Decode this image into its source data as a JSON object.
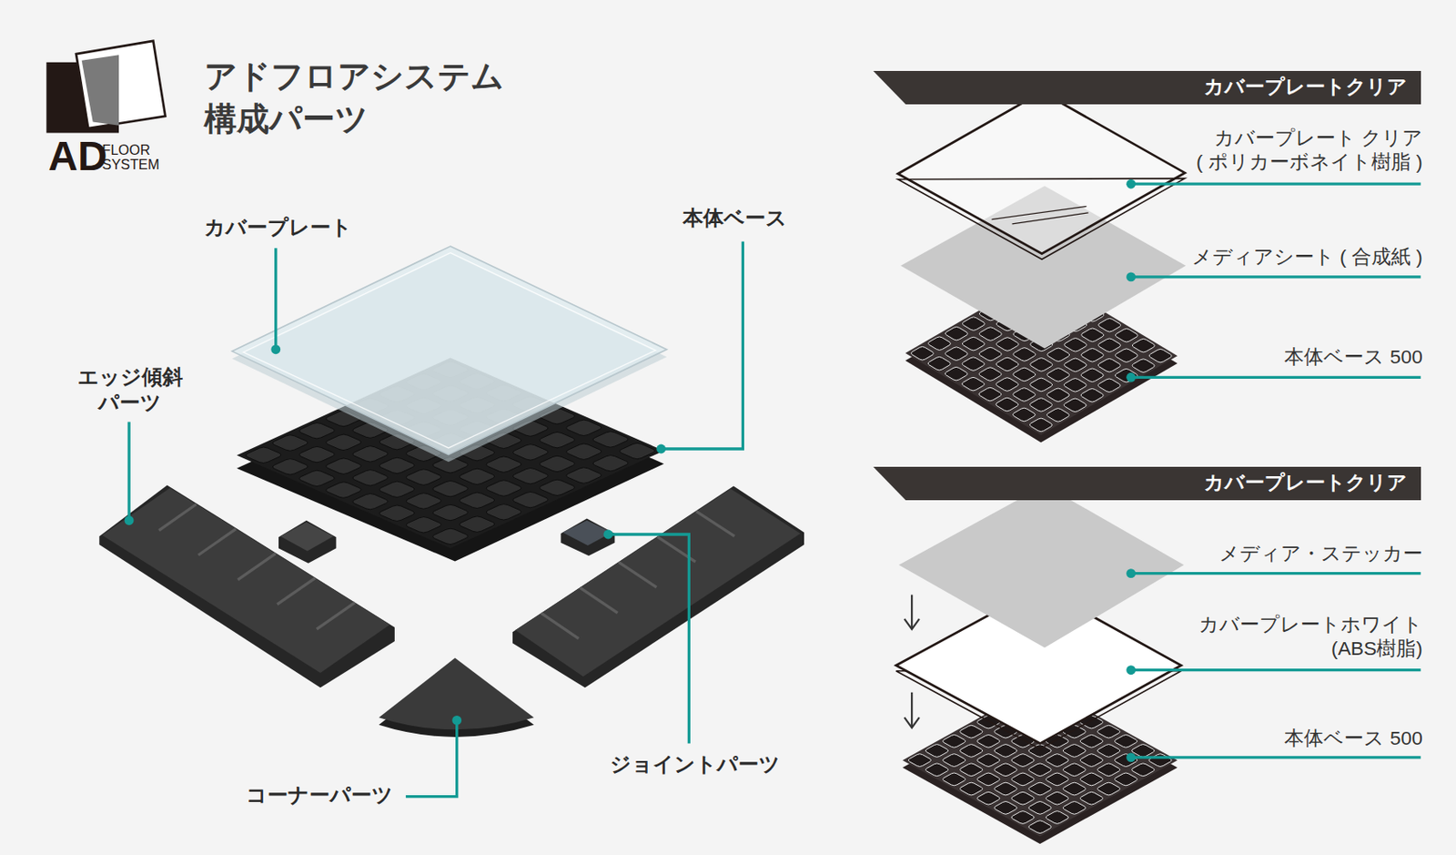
{
  "diagram": {
    "title": "アドフロアシステム 構成パーツ",
    "nodes": [
      {
        "text": [
          "カバープレートクリア"
        ]
      },
      {
        "text": [
          "カバープレートクリア"
        ]
      }
    ],
    "labels": [
      "AD",
      "FLOOR SYSTEM",
      "カバープレート",
      "本体ベース",
      "エッジ傾斜 パーツ",
      "ジョイントパーツ",
      "コーナーパーツ",
      "カバープレート クリア ( ポリカーボネイト樹脂 )",
      "メディアシート ( 合成紙 )",
      "本体ベース 500",
      "メディア・ステッカー",
      "カバープレートホワイト (ABS樹脂)",
      "本体ベース 500"
    ]
  }
}
